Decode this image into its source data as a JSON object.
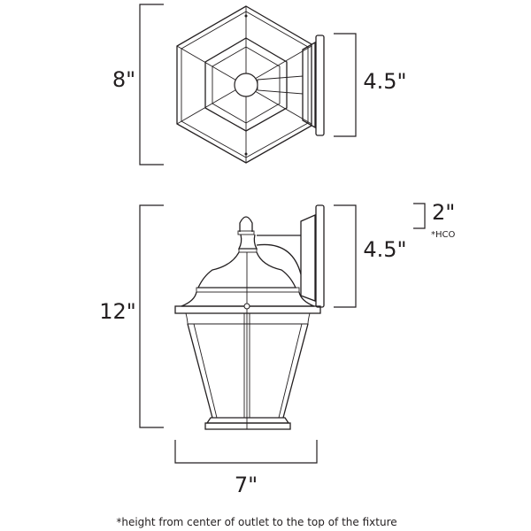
{
  "dimensions": {
    "top_view_height": "8\"",
    "top_view_backplate": "4.5\"",
    "side_view_height": "12\"",
    "side_view_backplate": "4.5\"",
    "hco": "2\"",
    "hco_label": "*HCO",
    "width": "7\""
  },
  "footnote": "*height from center of outlet to the top of the fixture",
  "colors": {
    "line": "#231f20",
    "background": "#ffffff"
  }
}
